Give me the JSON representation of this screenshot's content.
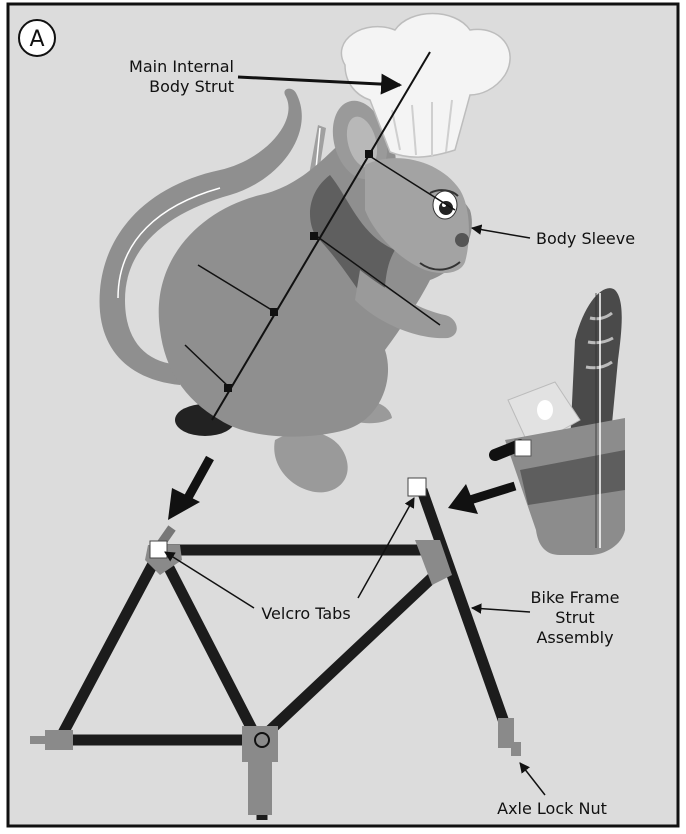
{
  "panel": {
    "letter": "A",
    "background": "#dcdcdc"
  },
  "labels": {
    "main_strut_line1": "Main Internal",
    "main_strut_line2": "Body Strut",
    "body_sleeve": "Body Sleeve",
    "velcro_tabs": "Velcro Tabs",
    "bike_frame_line1": "Bike Frame",
    "bike_frame_line2": "Strut",
    "bike_frame_line3": "Assembly",
    "axle_lock_nut": "Axle Lock Nut"
  },
  "colors": {
    "mouse_body": "#8f8f8f",
    "mouse_dark": "#6a6a6a",
    "hat": "#f4f4f4",
    "tube": "#1c1c1c",
    "joint": "#8a8a8a",
    "bag": "#8c8c8c",
    "bag_band": "#5e5e5e",
    "bread": "#4a4a4a"
  }
}
